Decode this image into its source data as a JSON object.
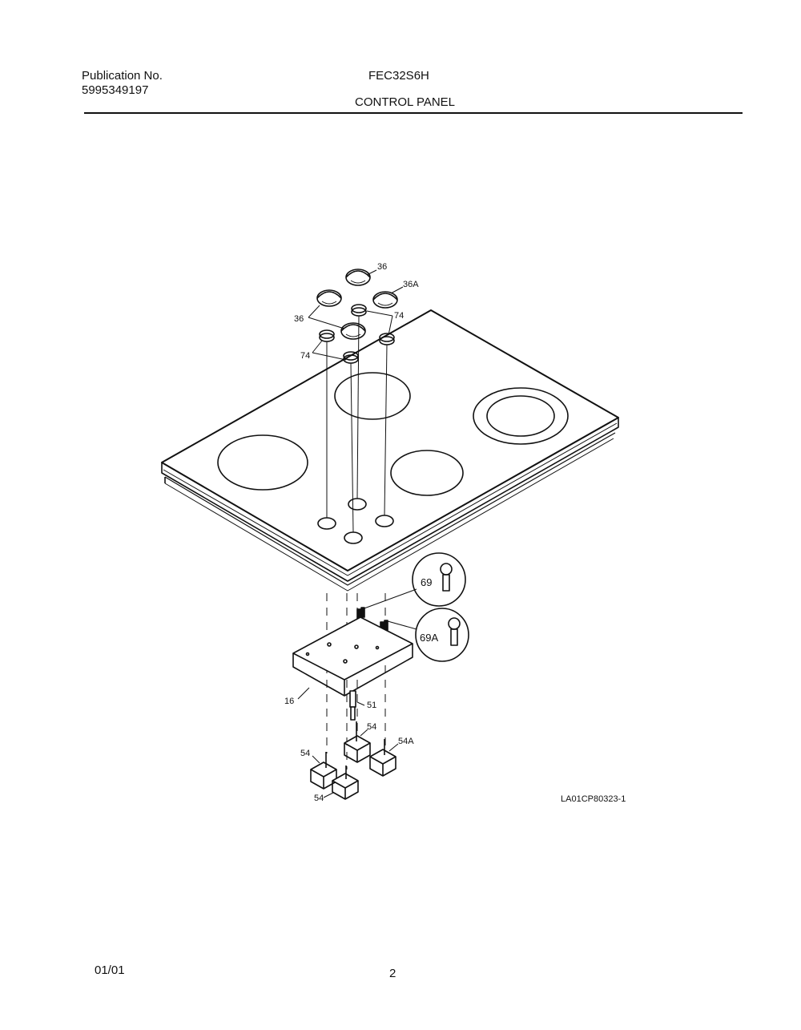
{
  "header": {
    "publication_label": "Publication No.",
    "publication_number": "5995349197",
    "model": "FEC32S6H",
    "section_title": "CONTROL PANEL"
  },
  "diagram": {
    "part_labels": {
      "knob_top": "36",
      "knob_right": "36A",
      "knob_left": "36",
      "ring_right": "74",
      "ring_left": "74",
      "screw_callout": "69",
      "screw_callout_alt": "69A",
      "bracket": "16",
      "switch_stem": "51",
      "switch_center": "54",
      "switch_right": "54A",
      "switch_left": "54",
      "switch_front": "54"
    },
    "drawing_number": "LA01CP80323-1"
  },
  "footer": {
    "date": "01/01",
    "page_number": "2"
  }
}
